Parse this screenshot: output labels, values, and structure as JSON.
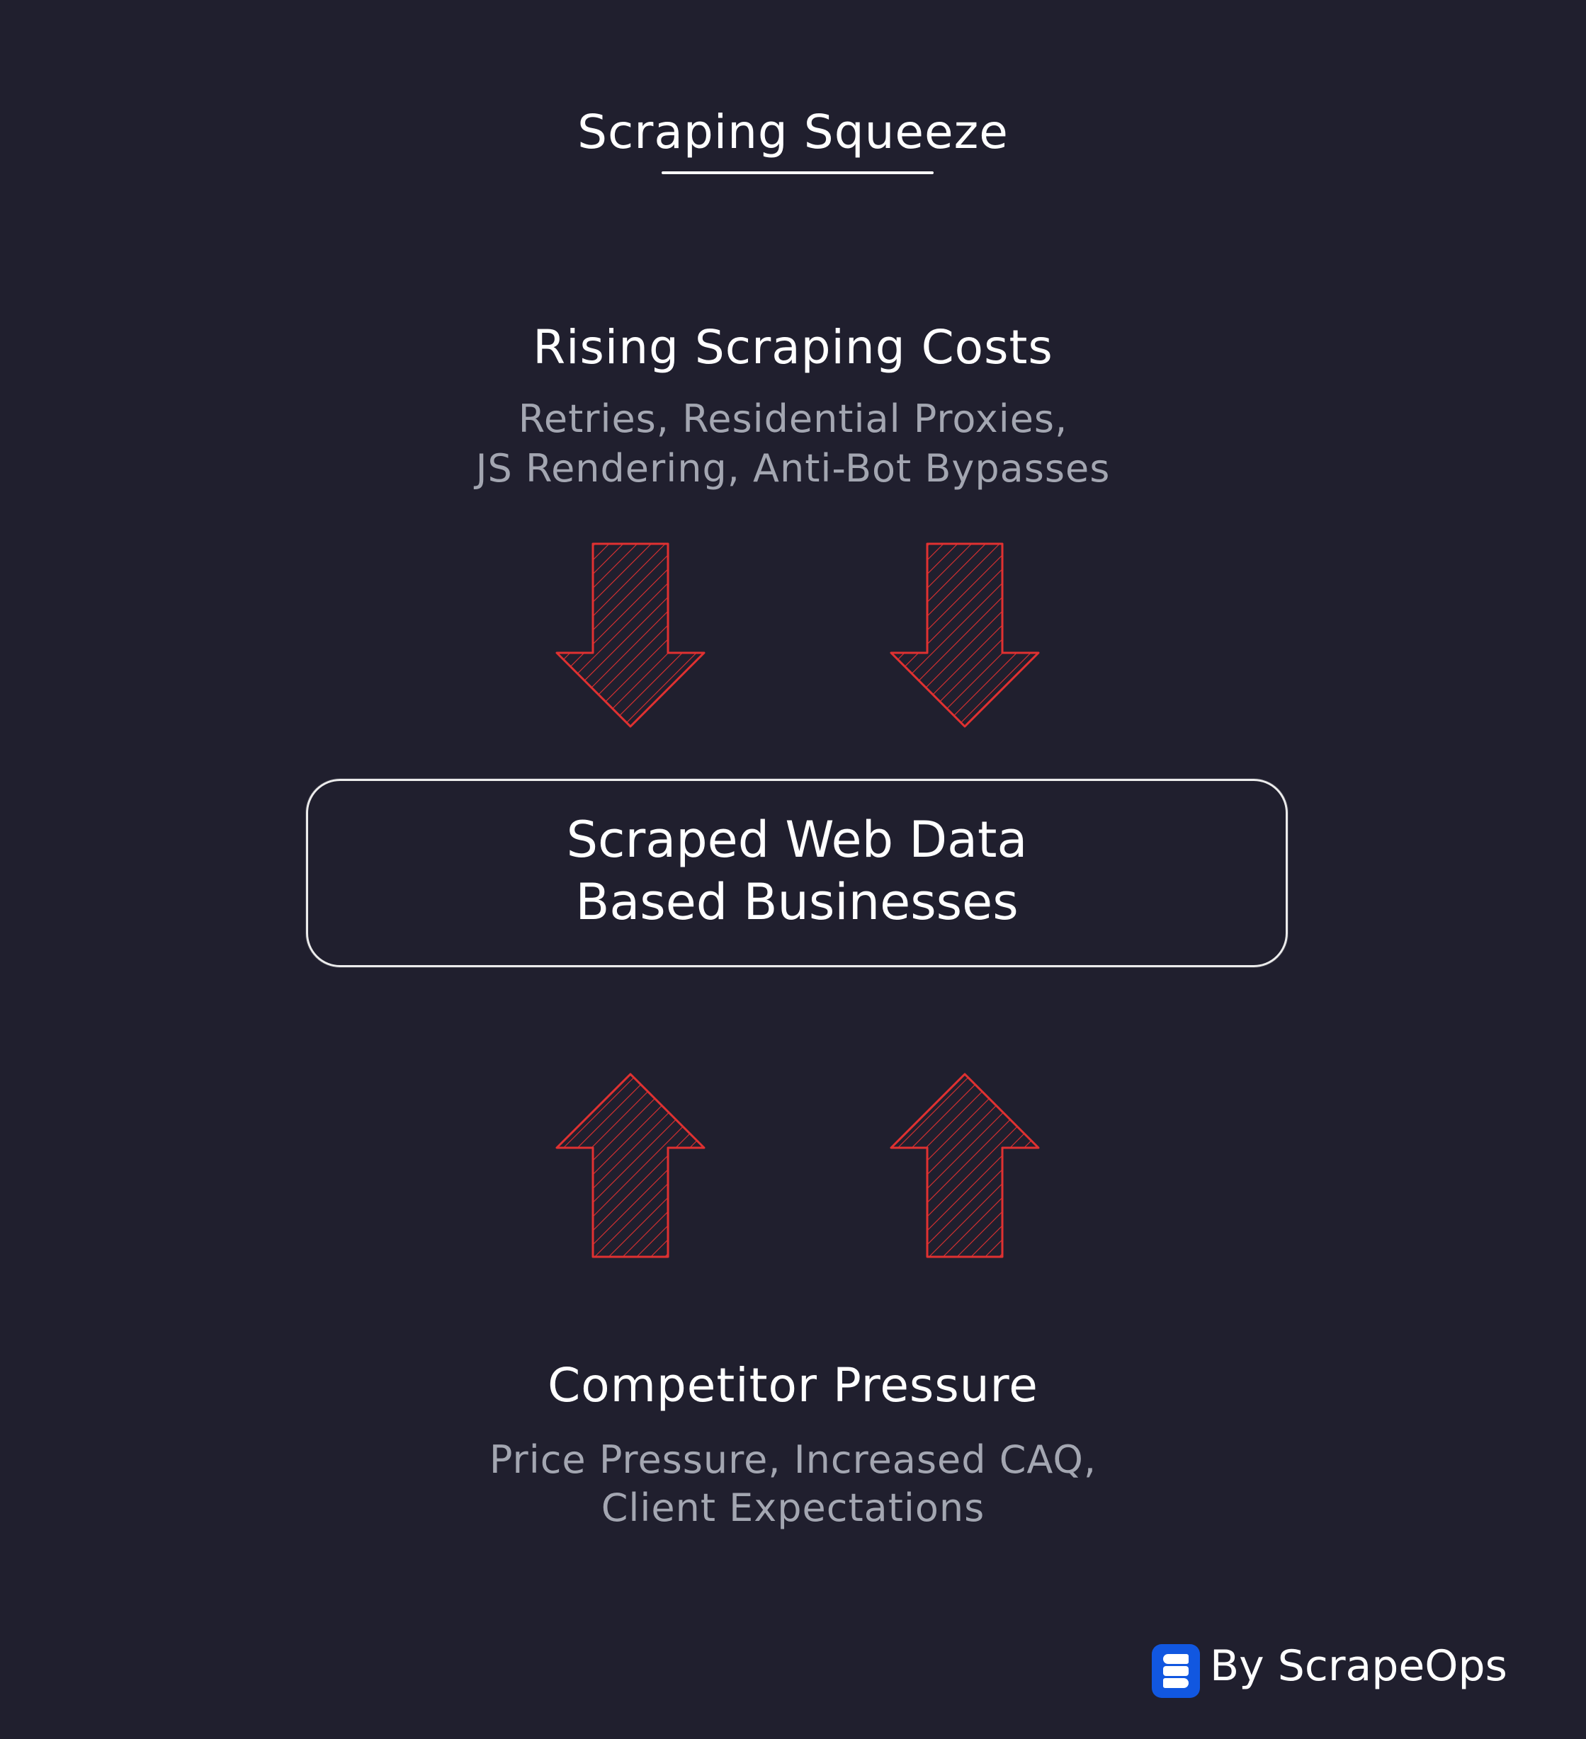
{
  "title": "Scraping Squeeze",
  "top_section": {
    "heading": "Rising Scraping Costs",
    "sub_lines": [
      "Retries, Residential Proxies,",
      "JS Rendering, Anti-Bot Bypasses"
    ]
  },
  "center_box": {
    "lines": [
      "Scraped Web Data",
      "Based Businesses"
    ]
  },
  "bottom_section": {
    "heading": "Competitor Pressure",
    "sub_lines": [
      "Price Pressure, Increased CAQ,",
      "Client Expectations"
    ]
  },
  "arrows": {
    "color": "#e03131",
    "down_count": 2,
    "up_count": 2
  },
  "footer": {
    "logo_icon": "scrapeops-logo-icon",
    "logo_color": "#1157e0",
    "byline": "By ScrapeOps"
  },
  "colors": {
    "background": "#201f2e",
    "text_primary": "#ffffff",
    "text_secondary": "#a3a6b1",
    "arrow": "#e03131"
  }
}
